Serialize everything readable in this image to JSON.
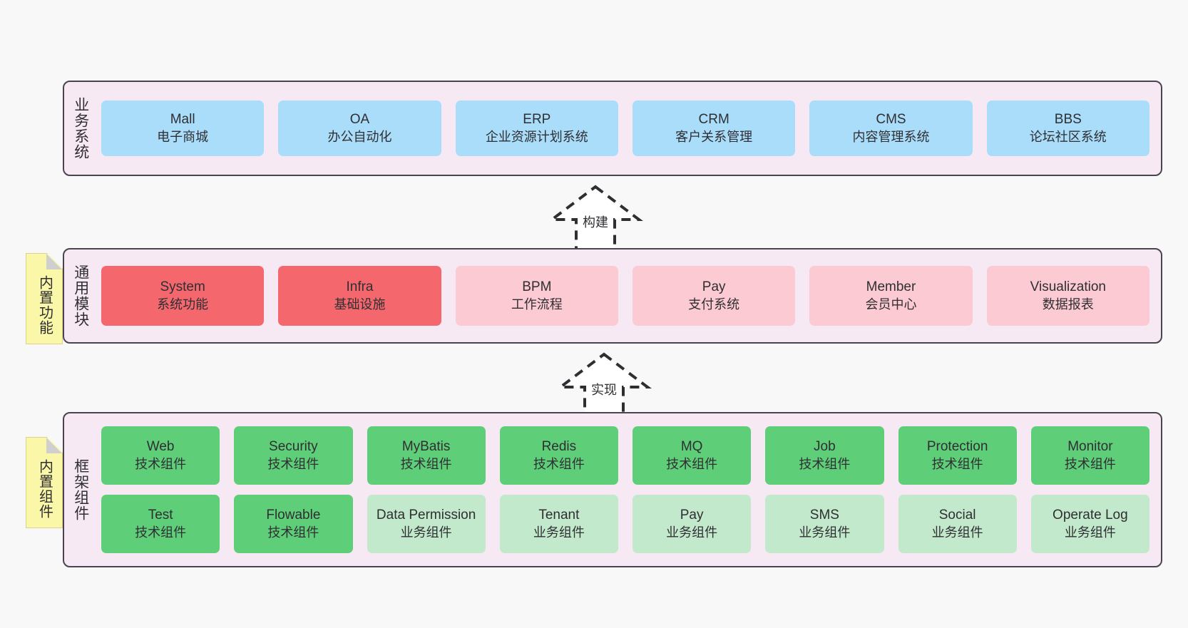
{
  "diagram": {
    "background": "#f8f8f8",
    "layer_fill": "#f7e9f3",
    "layer_border": "#4a4450",
    "note_fill": "#fbf7a8"
  },
  "layers": [
    {
      "id": "business",
      "title": "业务系统",
      "node_color": "#aaddfa",
      "nodes": [
        {
          "name": "Mall",
          "desc": "电子商城"
        },
        {
          "name": "OA",
          "desc": "办公自动化"
        },
        {
          "name": "ERP",
          "desc": "企业资源计划系统"
        },
        {
          "name": "CRM",
          "desc": "客户关系管理"
        },
        {
          "name": "CMS",
          "desc": "内容管理系统"
        },
        {
          "name": "BBS",
          "desc": "论坛社区系统"
        }
      ]
    },
    {
      "id": "common-module",
      "title": "通用模块",
      "note": "内置功能",
      "node_color_primary": "#f4676d",
      "node_color_secondary": "#fccad2",
      "nodes": [
        {
          "name": "System",
          "desc": "系统功能",
          "variant": "primary"
        },
        {
          "name": "Infra",
          "desc": "基础设施",
          "variant": "primary"
        },
        {
          "name": "BPM",
          "desc": "工作流程",
          "variant": "secondary"
        },
        {
          "name": "Pay",
          "desc": "支付系统",
          "variant": "secondary"
        },
        {
          "name": "Member",
          "desc": "会员中心",
          "variant": "secondary"
        },
        {
          "name": "Visualization",
          "desc": "数据报表",
          "variant": "secondary"
        }
      ]
    },
    {
      "id": "framework",
      "title": "框架组件",
      "note": "内置组件",
      "node_color_tech": "#5fce79",
      "node_color_biz": "#c2e9cb",
      "row1": [
        {
          "name": "Web",
          "desc": "技术组件"
        },
        {
          "name": "Security",
          "desc": "技术组件"
        },
        {
          "name": "MyBatis",
          "desc": "技术组件"
        },
        {
          "name": "Redis",
          "desc": "技术组件"
        },
        {
          "name": "MQ",
          "desc": "技术组件"
        },
        {
          "name": "Job",
          "desc": "技术组件"
        },
        {
          "name": "Protection",
          "desc": "技术组件"
        },
        {
          "name": "Monitor",
          "desc": "技术组件"
        }
      ],
      "row2": [
        {
          "name": "Test",
          "desc": "技术组件",
          "variant": "tech"
        },
        {
          "name": "Flowable",
          "desc": "技术组件",
          "variant": "tech"
        },
        {
          "name": "Data Permission",
          "desc": "业务组件",
          "variant": "biz"
        },
        {
          "name": "Tenant",
          "desc": "业务组件",
          "variant": "biz"
        },
        {
          "name": "Pay",
          "desc": "业务组件",
          "variant": "biz"
        },
        {
          "name": "SMS",
          "desc": "业务组件",
          "variant": "biz"
        },
        {
          "name": "Social",
          "desc": "业务组件",
          "variant": "biz"
        },
        {
          "name": "Operate Log",
          "desc": "业务组件",
          "variant": "biz"
        }
      ]
    }
  ],
  "connectors": [
    {
      "id": "build",
      "label": "构建",
      "from": "common-module",
      "to": "business"
    },
    {
      "id": "implement",
      "label": "实现",
      "from": "framework",
      "to": "common-module"
    }
  ]
}
